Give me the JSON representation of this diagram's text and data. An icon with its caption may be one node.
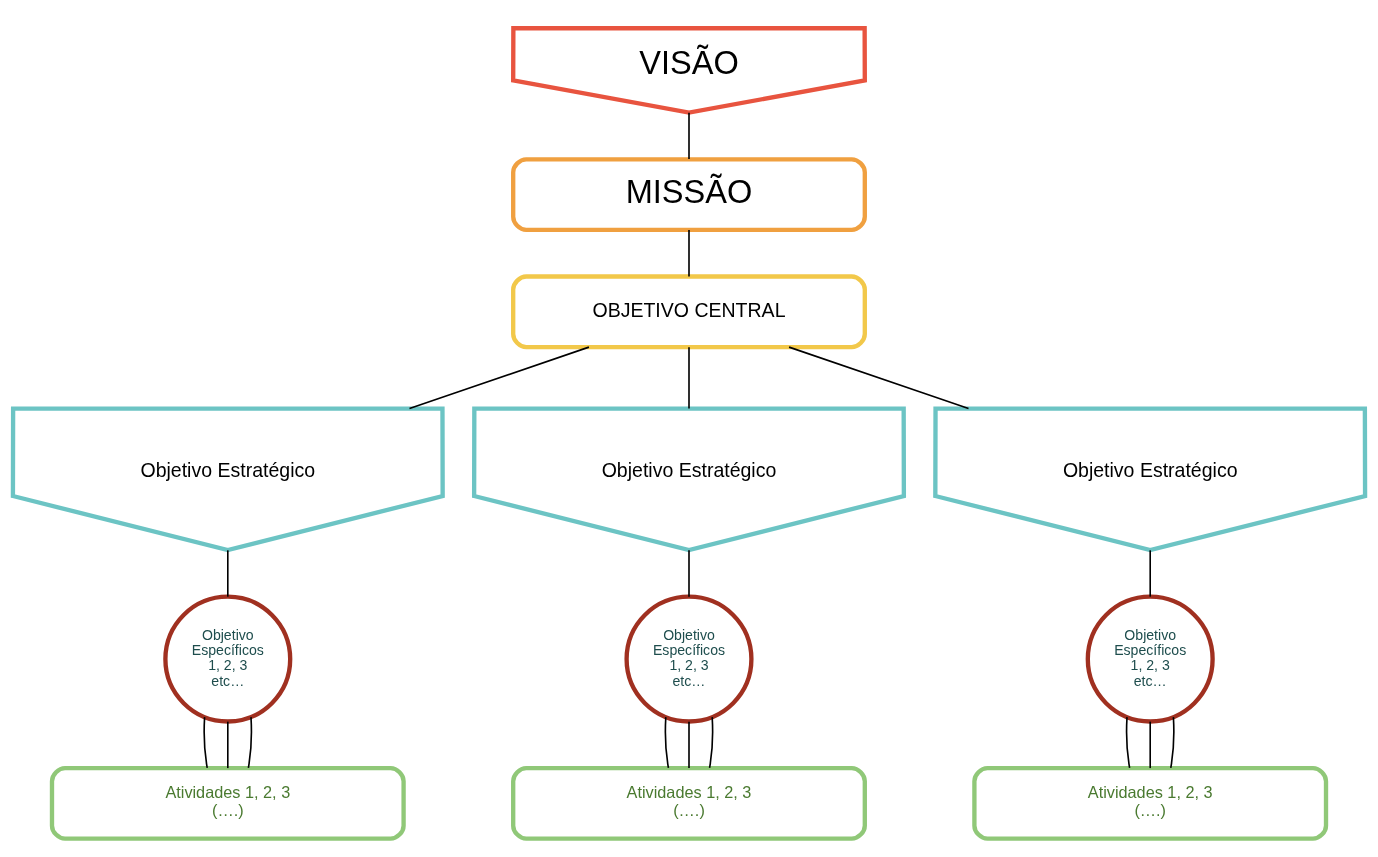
{
  "diagram": {
    "nodes": [
      {
        "text": [
          "VISÃO"
        ]
      },
      {
        "text": [
          "MISSÃO"
        ]
      },
      {
        "text": [
          "OBJETIVO CENTRAL"
        ]
      },
      {
        "text": [
          "Objetivo Estratégico"
        ]
      },
      {
        "text": [
          "Objetivo Estratégico"
        ]
      },
      {
        "text": [
          "Objetivo Estratégico"
        ]
      },
      {
        "text": [
          "Objetivo Específicos 1, 2, 3 etc…"
        ]
      },
      {
        "text": [
          "Objetivo Específicos 1, 2, 3 etc…"
        ]
      },
      {
        "text": [
          "Objetivo Específicos 1, 2, 3 etc…"
        ]
      },
      {
        "text": [
          "Atividades 1, 2, 3 (….)"
        ]
      },
      {
        "text": [
          "Atividades 1, 2, 3 (….)"
        ]
      },
      {
        "text": [
          "Atividades 1, 2, 3 (….)"
        ]
      }
    ],
    "edges": [
      {
        "from": 0,
        "to": 1,
        "arrow": "none"
      },
      {
        "from": 1,
        "to": 2,
        "arrow": "none"
      },
      {
        "from": 2,
        "to": 3,
        "arrow": "none"
      },
      {
        "from": 2,
        "to": 4,
        "arrow": "none"
      },
      {
        "from": 2,
        "to": 5,
        "arrow": "none"
      },
      {
        "from": 3,
        "to": 6,
        "arrow": "none"
      },
      {
        "from": 4,
        "to": 7,
        "arrow": "none"
      },
      {
        "from": 5,
        "to": 8,
        "arrow": "none"
      },
      {
        "from": 6,
        "to": 9,
        "arrow": "none"
      },
      {
        "from": 6,
        "to": 9,
        "arrow": "none"
      },
      {
        "from": 6,
        "to": 9,
        "arrow": "none"
      },
      {
        "from": 7,
        "to": 10,
        "arrow": "none"
      },
      {
        "from": 7,
        "to": 10,
        "arrow": "none"
      },
      {
        "from": 7,
        "to": 10,
        "arrow": "none"
      },
      {
        "from": 8,
        "to": 11,
        "arrow": "none"
      },
      {
        "from": 8,
        "to": 11,
        "arrow": "none"
      },
      {
        "from": 8,
        "to": 11,
        "arrow": "none"
      }
    ]
  }
}
